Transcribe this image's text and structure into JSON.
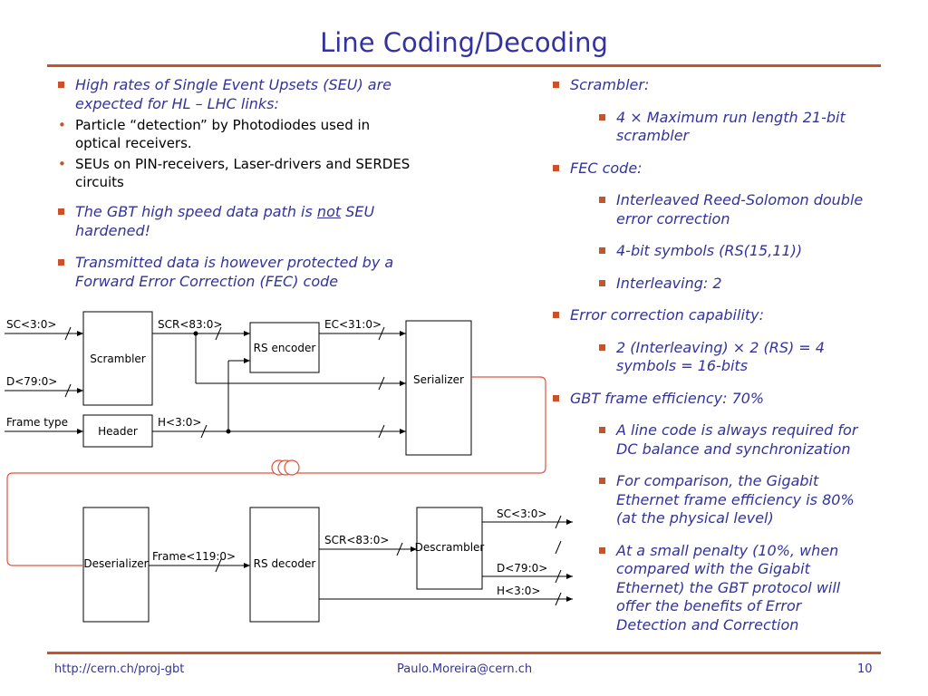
{
  "title": "Line Coding/Decoding",
  "left_bullets": {
    "b1": "High rates of Single Event Upsets (SEU) are expected for HL – LHC links:",
    "b1_sub1": "Particle “detection” by Photodiodes used in optical receivers.",
    "b1_sub2": "SEUs on PIN-receivers, Laser-drivers and SERDES circuits",
    "b2_pre": "The GBT high speed data path is ",
    "b2_not": "not",
    "b2_post": " SEU hardened!",
    "b3": "Transmitted data is however protected by a Forward Error Correction (FEC) code"
  },
  "right_bullets": {
    "scrambler": "Scrambler:",
    "scrambler_sub": "4 × Maximum run length 21-bit scrambler",
    "fec": "FEC code:",
    "fec_sub1": "Interleaved Reed-Solomon double error correction",
    "fec_sub2": "4-bit symbols (RS(15,11))",
    "fec_sub3": "Interleaving: 2",
    "ecc": "Error correction capability:",
    "ecc_sub": "2 (Interleaving) × 2 (RS) = 4 symbols = 16-bits",
    "gbt": "GBT frame efficiency: 70%",
    "gbt_sub1": "A line code is always required for DC balance and synchronization",
    "gbt_sub2": "For comparison, the Gigabit Ethernet frame efficiency is 80% (at the physical level)",
    "gbt_sub3": "At a small penalty (10%, when compared with the Gigabit Ethernet) the GBT protocol will offer the benefits of Error Detection and Correction"
  },
  "diagram": {
    "scrambler": "Scrambler",
    "header": "Header",
    "rs_encoder": "RS encoder",
    "serializer": "Serializer",
    "deserializer": "Deserializer",
    "rs_decoder": "RS decoder",
    "descrambler": "Descrambler",
    "sc_in": "SC<3:0>",
    "d_in": "D<79:0>",
    "frame_type": "Frame type",
    "scr_tx": "SCR<83:0>",
    "ec": "EC<31:0>",
    "h_tx": "H<3:0>",
    "frame": "Frame<119:0>",
    "scr_rx": "SCR<83:0>",
    "sc_out": "SC<3:0>",
    "d_out": "D<79:0>",
    "h_out": "H<3:0>"
  },
  "footer": {
    "url": "http://cern.ch/proj-gbt",
    "email": "Paulo.Moreira@cern.ch",
    "page": "10"
  },
  "colors": {
    "title": "#3333a0",
    "accent": "#c8522a",
    "text": "#33339a"
  }
}
